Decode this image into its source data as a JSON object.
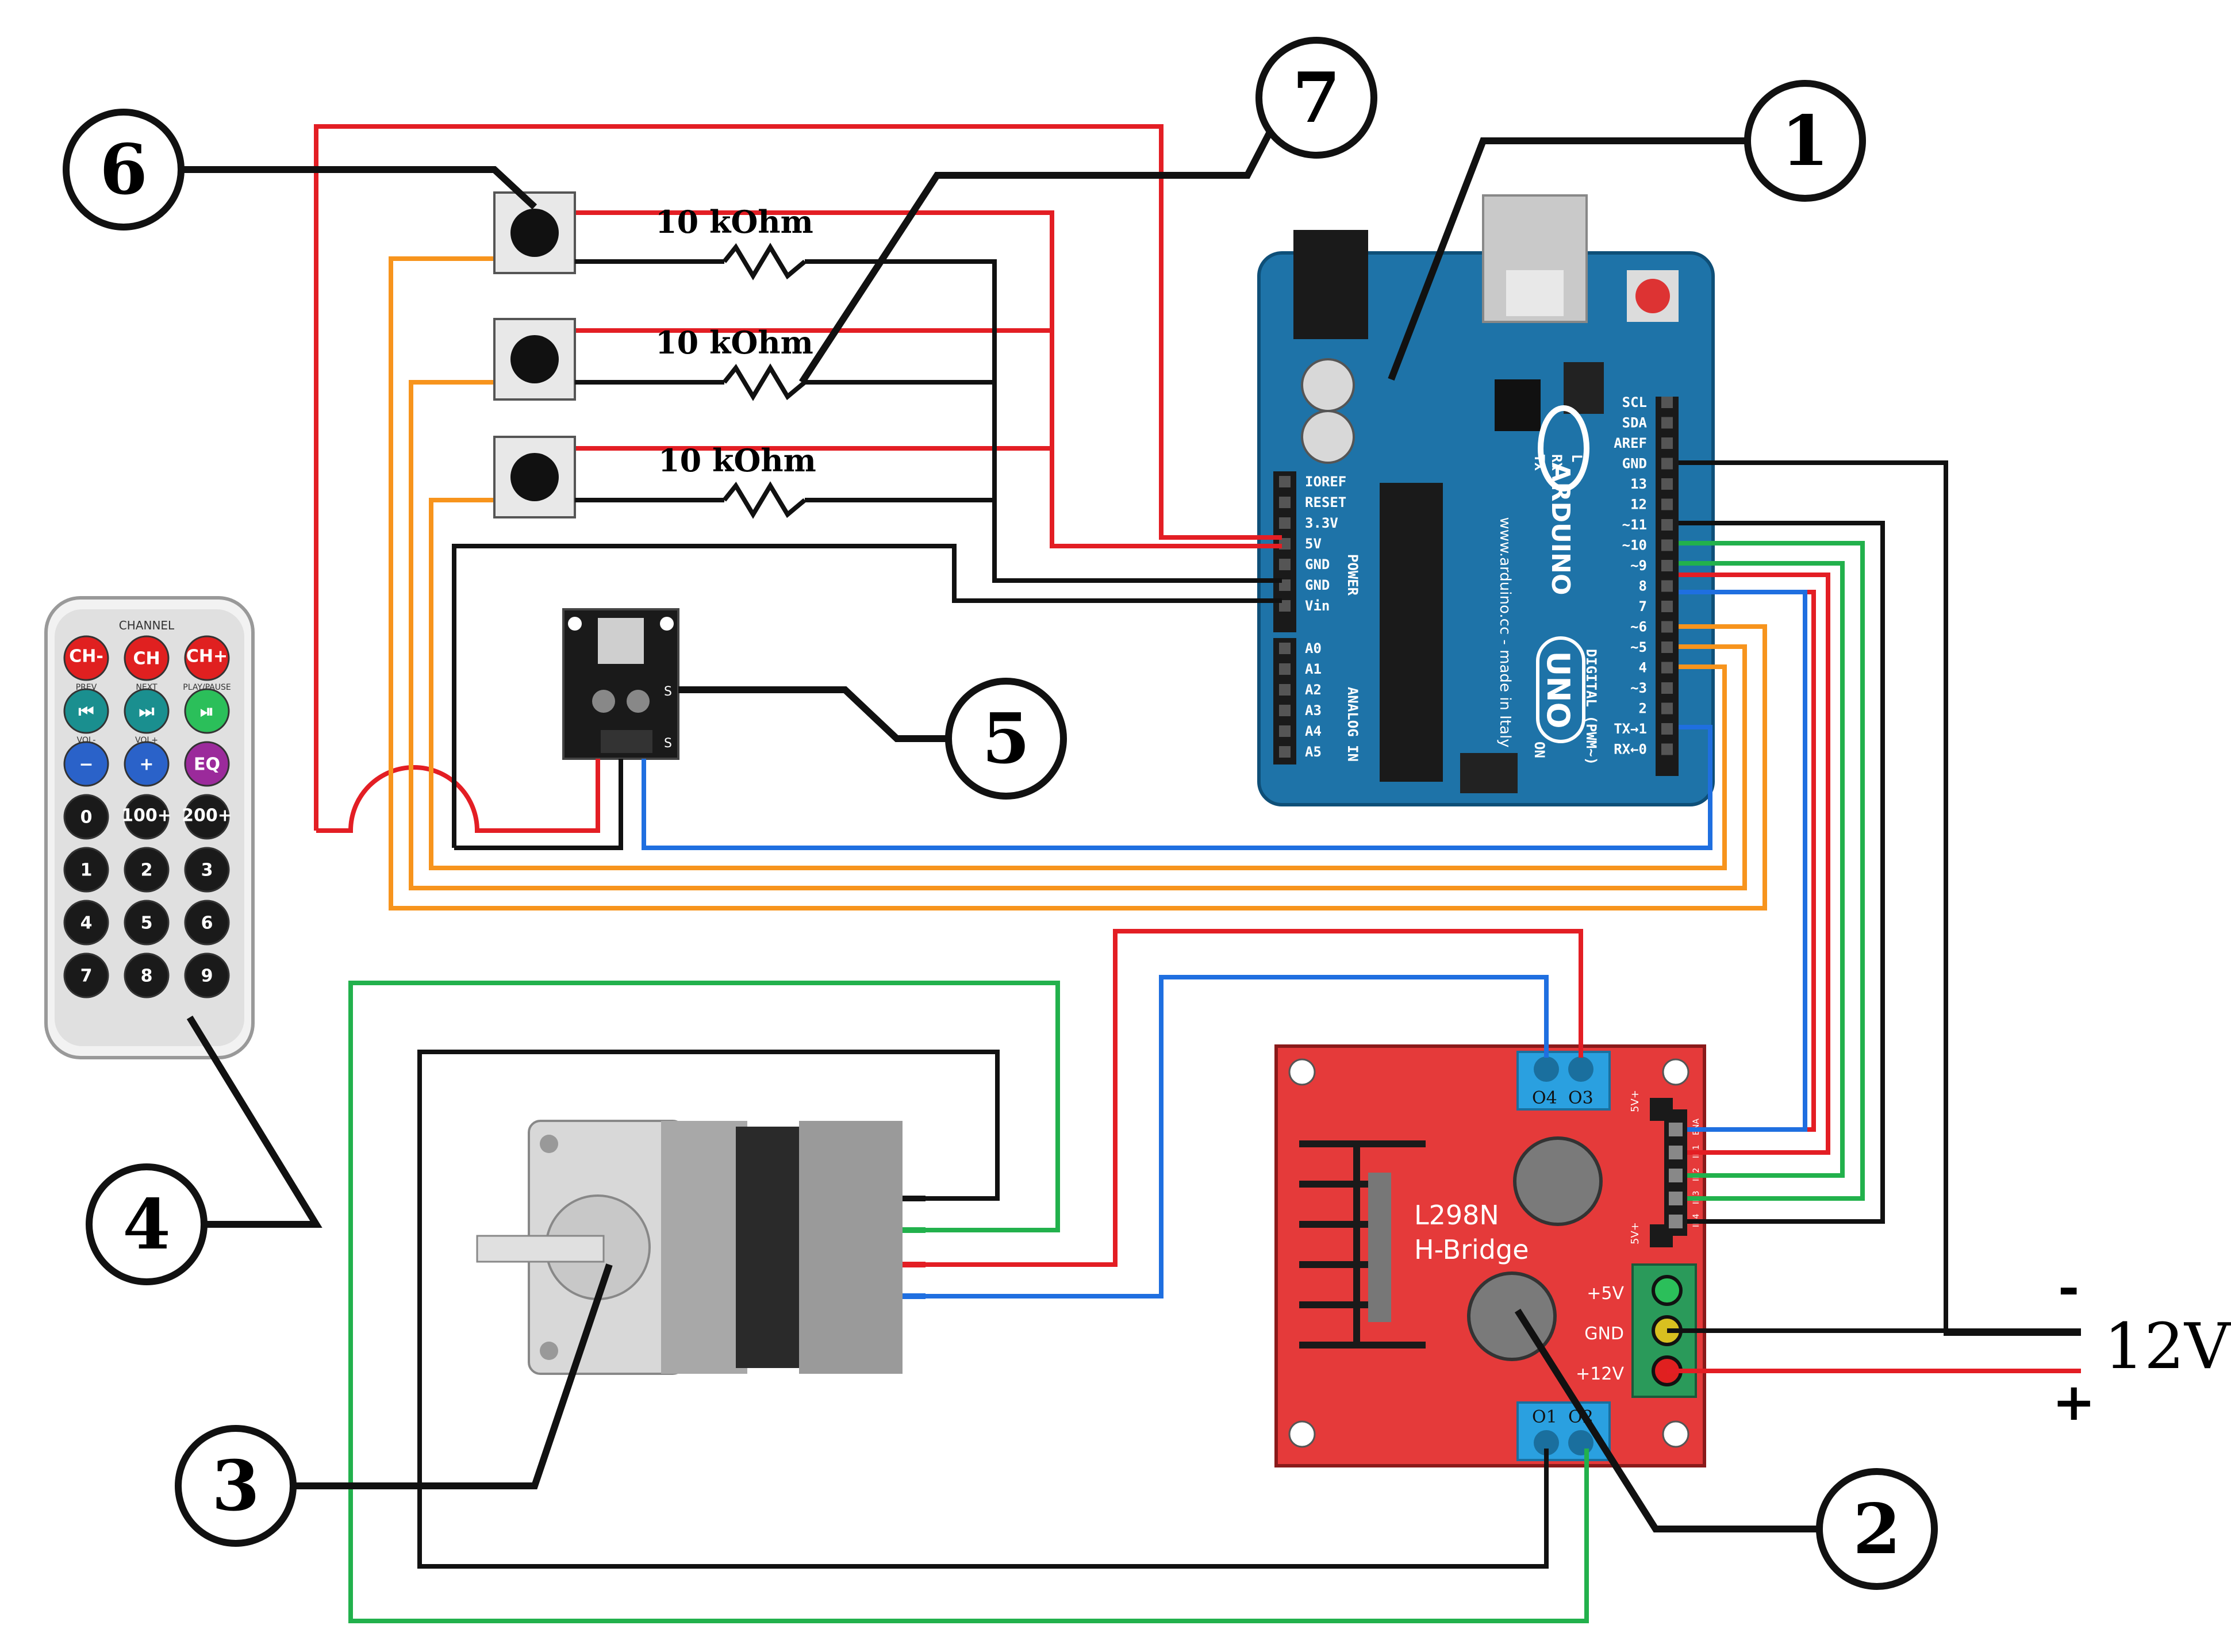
{
  "callouts": {
    "arduino": "1",
    "driver": "2",
    "motor": "3",
    "remote": "4",
    "ir_receiver": "5",
    "button": "6",
    "resistor": "7"
  },
  "resistors": {
    "r1": "10 kOhm",
    "r2": "10 kOhm",
    "r3": "10 kOhm"
  },
  "supply": {
    "voltage": "12V",
    "minus": "-",
    "plus": "+"
  },
  "arduino": {
    "power_pins": [
      "IOREF",
      "RESET",
      "3.3V",
      "5V",
      "GND",
      "GND",
      "Vin"
    ],
    "power_header": "POWER",
    "analog_pins": [
      "A0",
      "A1",
      "A2",
      "A3",
      "A4",
      "A5"
    ],
    "analog_header": "ANALOG IN",
    "digital_pins": [
      "SCL",
      "SDA",
      "AREF",
      "GND",
      "13",
      "12",
      "~11",
      "~10",
      "~9",
      "8",
      "7",
      "~6",
      "~5",
      "4",
      "~3",
      "2",
      "TX→1",
      "RX←0"
    ],
    "digital_header": "DIGITAL (PWM~)",
    "brand": "ARDUINO",
    "model": "UNO",
    "website": "www.arduino.cc - made in Italy",
    "on_label": "ON",
    "tx_label": "TX",
    "rx_label": "RX",
    "l_label": "L"
  },
  "driver": {
    "title": "L298N",
    "subtitle": "H-Bridge",
    "o4": "O4",
    "o3": "O3",
    "o1": "O1",
    "o2": "O2",
    "p5v": "+5V",
    "gnd": "GND",
    "p12v": "+12V",
    "ena": "5V+",
    "enb": "5V+",
    "in_labels": [
      "IN4",
      "IN3",
      "IN2",
      "IN1",
      "ENA"
    ]
  },
  "ir_receiver": {
    "s_label": "S"
  },
  "remote": {
    "header": "CHANNEL",
    "rows": [
      [
        {
          "label": "CH-",
          "color": "#e02020"
        },
        {
          "label": "CH",
          "color": "#e02020"
        },
        {
          "label": "CH+",
          "color": "#e02020"
        }
      ],
      [
        {
          "label": "⏮",
          "color": "#1a8f8f"
        },
        {
          "label": "⏭",
          "color": "#1a8f8f"
        },
        {
          "label": "⏯",
          "color": "#2bbf5a"
        }
      ],
      [
        {
          "label": "−",
          "color": "#2a62c9"
        },
        {
          "label": "+",
          "color": "#2a62c9"
        },
        {
          "label": "EQ",
          "color": "#9b2a9b"
        }
      ],
      [
        {
          "label": "0",
          "color": "#1a1a1a"
        },
        {
          "label": "100+",
          "color": "#1a1a1a"
        },
        {
          "label": "200+",
          "color": "#1a1a1a"
        }
      ],
      [
        {
          "label": "1",
          "color": "#1a1a1a"
        },
        {
          "label": "2",
          "color": "#1a1a1a"
        },
        {
          "label": "3",
          "color": "#1a1a1a"
        }
      ],
      [
        {
          "label": "4",
          "color": "#1a1a1a"
        },
        {
          "label": "5",
          "color": "#1a1a1a"
        },
        {
          "label": "6",
          "color": "#1a1a1a"
        }
      ],
      [
        {
          "label": "7",
          "color": "#1a1a1a"
        },
        {
          "label": "8",
          "color": "#1a1a1a"
        },
        {
          "label": "9",
          "color": "#1a1a1a"
        }
      ]
    ],
    "sub_row1": [
      "PREV",
      "NEXT",
      "PLAY/PAUSE"
    ],
    "sub_row2": [
      "VOL-",
      "VOL+",
      ""
    ]
  },
  "colors": {
    "red": "#e31e24",
    "black": "#111111",
    "orange": "#f7941d",
    "green": "#22b14c",
    "blue": "#1f6fe0",
    "arduino_blue": "#1e73a8",
    "driver_red": "#e53a3a"
  }
}
